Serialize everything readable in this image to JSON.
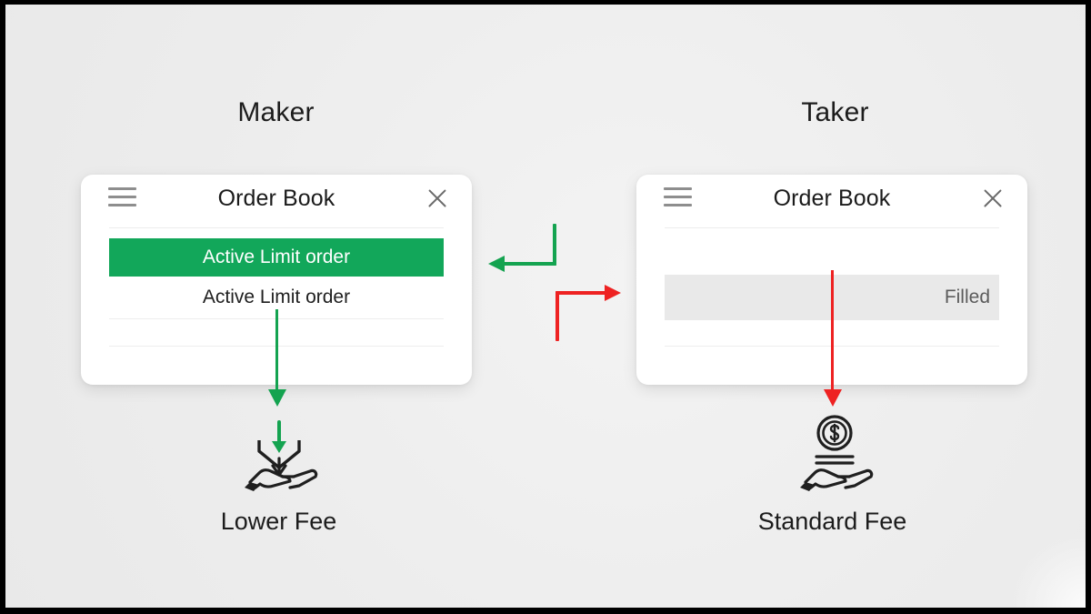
{
  "canvas": {
    "background_color": "#efefef",
    "frame_color": "#000000"
  },
  "columns": [
    {
      "key": "maker",
      "title": "Maker",
      "accent_color": "#12a75a",
      "card": {
        "title": "Order Book",
        "menu_icon": "hamburger-icon",
        "close_icon": "close-icon",
        "rows": [
          {
            "label": "Active Limit order",
            "state": "highlighted"
          },
          {
            "label": "Active Limit order",
            "state": "plain"
          }
        ]
      },
      "fee": {
        "icon": "hand-receiving-down-arrows-icon",
        "label": "Lower Fee"
      },
      "drop_arrow_color": "#14a350"
    },
    {
      "key": "taker",
      "title": "Taker",
      "accent_color": "#ee2222",
      "card": {
        "title": "Order Book",
        "menu_icon": "hamburger-icon",
        "close_icon": "close-icon",
        "rows": [
          {
            "label": "Filled",
            "state": "filled"
          }
        ]
      },
      "fee": {
        "icon": "hand-holding-dollar-coin-icon",
        "label": "Standard Fee"
      },
      "drop_arrow_color": "#ee2222"
    }
  ],
  "connectors": [
    {
      "name": "taker-to-maker-arrow",
      "direction": "left",
      "color": "#14a350"
    },
    {
      "name": "maker-to-taker-arrow",
      "direction": "right",
      "color": "#ee2222"
    }
  ]
}
